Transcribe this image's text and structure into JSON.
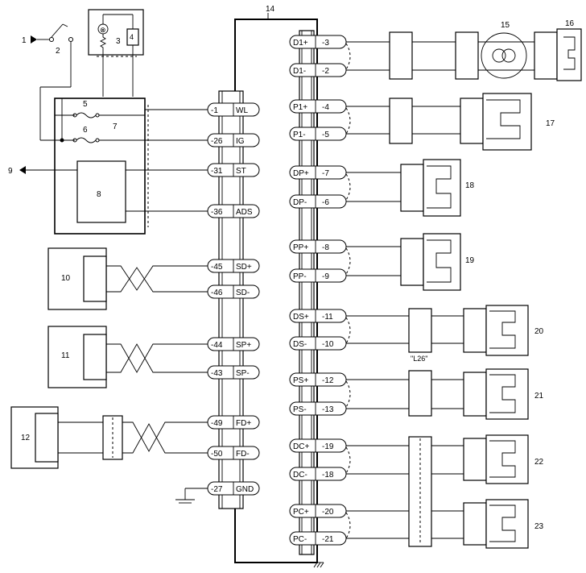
{
  "callouts": {
    "c1": "1",
    "c2": "2",
    "c3": "3",
    "c4": "4",
    "c5": "5",
    "c6": "6",
    "c7": "7",
    "c8": "8",
    "c9": "9",
    "c10": "10",
    "c11": "11",
    "c12": "12",
    "c14": "14",
    "c15": "15",
    "c16": "16",
    "c17": "17",
    "c18": "18",
    "c19": "19",
    "c20": "20",
    "c21": "21",
    "c22": "22",
    "c23": "23"
  },
  "twist_label": "\"L26\"",
  "left_pins": [
    {
      "num": "-1",
      "sig": "WL"
    },
    {
      "num": "-26",
      "sig": "IG"
    },
    {
      "num": "-31",
      "sig": "ST"
    },
    {
      "num": "-36",
      "sig": "ADS"
    },
    {
      "num": "-45",
      "sig": "SD+"
    },
    {
      "num": "-46",
      "sig": "SD-"
    },
    {
      "num": "-44",
      "sig": "SP+"
    },
    {
      "num": "-43",
      "sig": "SP-"
    },
    {
      "num": "-49",
      "sig": "FD+"
    },
    {
      "num": "-50",
      "sig": "FD-"
    },
    {
      "num": "-27",
      "sig": "GND"
    }
  ],
  "right_pins": [
    {
      "sig": "D1+",
      "num": "-3"
    },
    {
      "sig": "D1-",
      "num": "-2"
    },
    {
      "sig": "P1+",
      "num": "-4"
    },
    {
      "sig": "P1-",
      "num": "-5"
    },
    {
      "sig": "DP+",
      "num": "-7"
    },
    {
      "sig": "DP-",
      "num": "-6"
    },
    {
      "sig": "PP+",
      "num": "-8"
    },
    {
      "sig": "PP-",
      "num": "-9"
    },
    {
      "sig": "DS+",
      "num": "-11"
    },
    {
      "sig": "DS-",
      "num": "-10"
    },
    {
      "sig": "PS+",
      "num": "-12"
    },
    {
      "sig": "PS-",
      "num": "-13"
    },
    {
      "sig": "DC+",
      "num": "-19"
    },
    {
      "sig": "DC-",
      "num": "-18"
    },
    {
      "sig": "PC+",
      "num": "-20"
    },
    {
      "sig": "PC-",
      "num": "-21"
    }
  ]
}
